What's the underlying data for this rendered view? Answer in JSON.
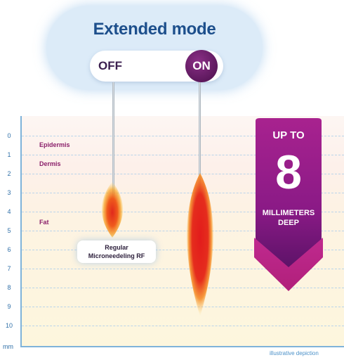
{
  "header": {
    "title": "Extended mode",
    "toggle_off_label": "OFF",
    "toggle_on_label": "ON"
  },
  "axis": {
    "unit": "mm",
    "ticks": [
      "0",
      "1",
      "2",
      "3",
      "4",
      "5",
      "6",
      "7",
      "8",
      "9",
      "10"
    ]
  },
  "layers": {
    "epidermis": "Epidermis",
    "dermis": "Dermis",
    "fat": "Fat"
  },
  "callout": {
    "line1": "Regular",
    "line2": "Microneedeling RF"
  },
  "banner": {
    "line1": "UP TO",
    "big": "8",
    "line2": "MILLIMETERS",
    "line3": "DEEP"
  },
  "footer": {
    "note": "illustrative depiction"
  },
  "colors": {
    "title": "#1d4f8c",
    "accent": "#6a1b6e",
    "banner_top": "#9a1f8f",
    "banner_bottom": "#5a1266",
    "axis": "#7fb3da"
  },
  "icons": {
    "needle": "needle-icon",
    "heat": "flame-icon"
  }
}
